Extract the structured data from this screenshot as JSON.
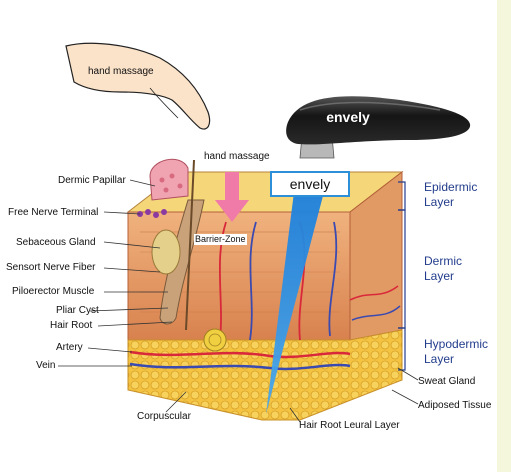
{
  "hand_labels": {
    "top": "hand massage",
    "mid": "hand massage"
  },
  "device_brand": "envely",
  "device_tag": "envely",
  "barrier": "Barrier-Zone",
  "left_labels": [
    "Dermic Papillar",
    "Free Nerve Terminal",
    "Sebaceous Gland",
    "Sensort Nerve Fiber",
    "Piloerector Muscle",
    "Pliar Cyst",
    "Hair Root",
    "Artery",
    "Vein"
  ],
  "bottom_labels": {
    "corpuscular": "Corpuscular",
    "hair_root_layer": "Hair Root Leural Layer",
    "sweat_gland": "Sweat Gland",
    "adiposed": "Adiposed Tissue"
  },
  "layers": {
    "epidermic": [
      "Epidermic",
      "Layer"
    ],
    "dermic": [
      "Dermic",
      "Layer"
    ],
    "hypodermic": [
      "Hypodermic",
      "Layer"
    ]
  },
  "colors": {
    "layer_text": "#233d8c",
    "accent_blue": "#2c8fd8",
    "skin": "#e9a874",
    "fat": "#f3c341",
    "strip": "#f4f7dc"
  }
}
